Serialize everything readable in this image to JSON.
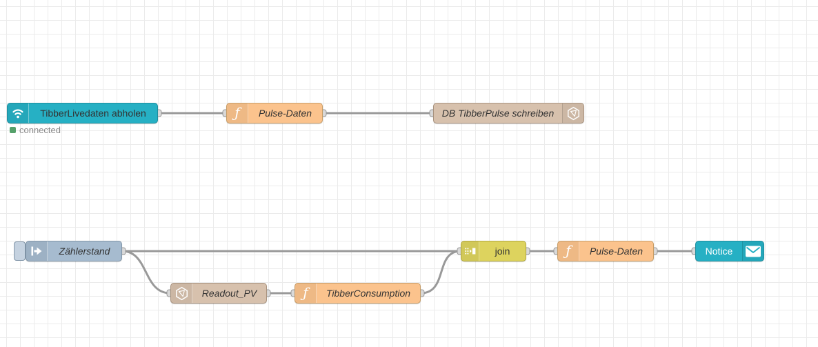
{
  "editor": {
    "type_hint": "flow-editor-canvas"
  },
  "colors": {
    "tibber_node": "#26b0c4",
    "function_node": "#fbc38d",
    "influxdb_node": "#d7c1ad",
    "inject_node": "#a6bbcf",
    "join_node": "#ddd35e",
    "notice_node": "#26b0c4",
    "wire": "#999999",
    "port": "#d9d9d9",
    "status_connected_dot": "#55a06a",
    "grid_line": "#ebebeb",
    "canvas_background": "#ffffff"
  },
  "icons": {
    "function_glyph": "ƒ"
  },
  "nodes": {
    "tibber_live": {
      "label": "TibberLivedaten abholen",
      "icon": "wifi-icon",
      "status": {
        "text": "connected",
        "state": "connected"
      }
    },
    "pulse_top": {
      "label": "Pulse-Daten",
      "icon": "function-icon"
    },
    "db_write": {
      "label": "DB TibberPulse schreiben",
      "icon": "influxdb-icon"
    },
    "inject": {
      "label": "Zählerstand",
      "icon": "inject-arrow-icon"
    },
    "readout": {
      "label": "Readout_PV",
      "icon": "influxdb-icon"
    },
    "consumption": {
      "label": "TibberConsumption",
      "icon": "function-icon"
    },
    "join": {
      "label": "join",
      "icon": "join-icon"
    },
    "pulse_bottom": {
      "label": "Pulse-Daten",
      "icon": "function-icon"
    },
    "notice": {
      "label": "Notice",
      "icon": "envelope-icon"
    }
  },
  "wires": [
    {
      "from": "tibber_live",
      "to": "pulse_top"
    },
    {
      "from": "pulse_top",
      "to": "db_write"
    },
    {
      "from": "inject",
      "to": "join"
    },
    {
      "from": "inject",
      "to": "readout"
    },
    {
      "from": "readout",
      "to": "consumption"
    },
    {
      "from": "consumption",
      "to": "join"
    },
    {
      "from": "join",
      "to": "pulse_bottom"
    },
    {
      "from": "pulse_bottom",
      "to": "notice"
    }
  ]
}
